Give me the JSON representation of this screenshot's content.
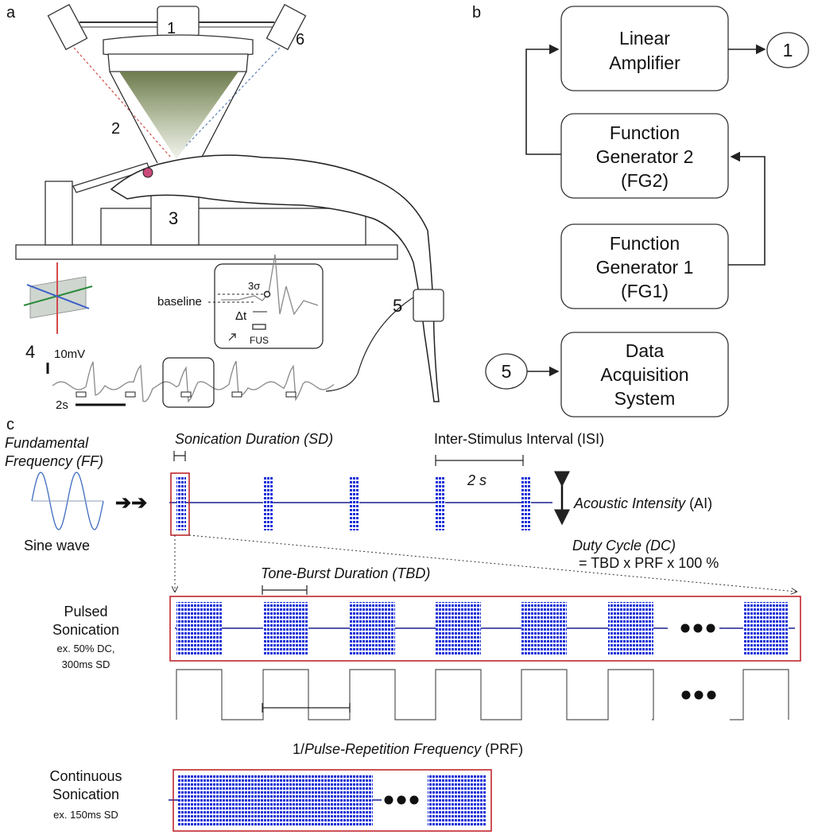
{
  "panels": {
    "a": "a",
    "b": "b",
    "c": "c"
  },
  "setup": {
    "num1": "1",
    "num2": "2",
    "num3": "3",
    "num4": "4",
    "num5": "5",
    "num6": "6",
    "sigma": "3σ",
    "baseline": "baseline",
    "delta_t": "Δt",
    "fus": "FUS",
    "scale_v": "10mV",
    "scale_t": "2s"
  },
  "flow": {
    "amplifier": [
      "Linear",
      "Amplifier"
    ],
    "fg2": [
      "Function",
      "Generator 2",
      "(FG2)"
    ],
    "fg1": [
      "Function",
      "Generator 1",
      "(FG1)"
    ],
    "daq": [
      "Data",
      "Acquisition",
      "System"
    ],
    "out_node": "1",
    "in_node": "5"
  },
  "sonication": {
    "ff": [
      "Fundamental",
      "Frequency (FF)"
    ],
    "sine": "Sine wave",
    "sd": "Sonication Duration (SD)",
    "isi": "Inter-Stimulus Interval (ISI)",
    "two_s": "2 s",
    "ai_italic": "Acoustic Intensity",
    "ai_abbr": " (AI)",
    "dc": "Duty Cycle (DC)",
    "dc_formula": "= TBD x PRF x 100 %",
    "tbd": "Tone-Burst Duration (TBD)",
    "pulsed": [
      "Pulsed",
      "Sonication"
    ],
    "pulsed_ex": [
      "ex. 50% DC,",
      "300ms SD"
    ],
    "prf_pre": "1/",
    "prf_italic": "Pulse-Repetition Frequency",
    "prf_abbr": " (PRF)",
    "continuous": [
      "Continuous",
      "Sonication"
    ],
    "continuous_ex": "ex. 150ms SD"
  },
  "colors": {
    "frame": "#c0272d",
    "carrier": "#1b1f8e",
    "burst": "#1a2fd6",
    "cone": "#7d8a5e"
  }
}
